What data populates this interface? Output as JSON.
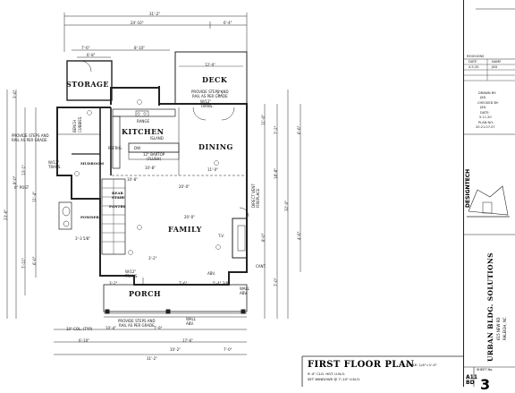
{
  "rooms": {
    "storage": "STORAGE",
    "deck": "DECK",
    "kitchen": "KITCHEN",
    "dining": "DINING",
    "family": "FAMILY",
    "porch": "PORCH",
    "mudroom": "MUDROOM",
    "powder": "POWDER",
    "pantry": "PANTRY",
    "rear_stair": "REAR\nSTAIR"
  },
  "notes": {
    "deck_steps": "PROVIDE STEPS AND\nRAIL AS PER GRADE",
    "side_steps": "PROVIDE STEPS AND\nRAIL AS PER GRADE",
    "porch_steps": "PROVIDE STEPS AND\nRAIL AS PER GRADE",
    "door_deck": "W/12\" \nTRANS.",
    "island": "ISLAND",
    "bartop": "12\" BARTOP\n(FLUSH)",
    "dw": "DW",
    "refrig": "REFRIG.",
    "range": "RANGE",
    "wall_abv_front": "WALL\nABV.",
    "wall_abv_rear": "WALL\nABV.",
    "col_typ": "10\" COL. (TYP)",
    "post_6": "6\" POST",
    "trans_side": "W/12\"\nTRANS.",
    "trans_porch": "W/12\"\nTRANS.",
    "direct_vent": "DIRECT VENT\nFIREPLACE",
    "cant": "CANT.",
    "bench": "BENCH",
    "cubbies": "CUBBIES",
    "tv": "T.V.",
    "abv": "ABV."
  },
  "dims": {
    "top_overall": "31'-2\"",
    "top_left": "24'-10\"",
    "top_right": "6'-4\"",
    "top_small_a": "7'-6\"",
    "top_small_b": "8'-10\"",
    "top_small_c": "6'-8\"",
    "deck_width": "12'-0\"",
    "kitchen_w": "10'-8\"",
    "dining_w": "11'-0\"",
    "family_w": "20'-0\"",
    "bar_w": "10'-8\"",
    "mid_a": "3'-2\"",
    "mid_b": "7'-6\"",
    "bottom_overall": "31'-2\"",
    "bottom_a": "10'-4\"",
    "bottom_b": "7'-9\"",
    "bottom_c": "17'-6\"",
    "bottom_d": "6'-10\"",
    "bottom_e": "10'-2\"",
    "bottom_f": "7'-0\"",
    "porch_depth": "20'-0\"",
    "stair_dim": "3'-3 5/8\"",
    "left_total": "23'-6\"",
    "right_total": "32'-0\"",
    "right_a": "11'-0\"",
    "right_b": "7'-2\"",
    "right_c": "6'-6\"",
    "right_d": "18'-8\"",
    "right_e": "8'-0\"",
    "right_f": "4'-6\"",
    "right_g": "7'-0\"",
    "left_a": "3'-6\"",
    "left_b": "8'-0\"",
    "left_c": "13'-1\"",
    "left_d": "11'-4\"",
    "left_e": "7'-11\"",
    "left_f": "6'-0\"",
    "porch_w": "3'-2\"",
    "porch_post": "5'-4\" 3/8\""
  },
  "sheet": {
    "title": "FIRST FLOOR PLAN",
    "scale": "SCALE: 1/4\"=1'-0\"",
    "ceiling": "9'-0\" CLG. HGT. U.N.O.",
    "windows": "SET WINDOWS @ 7'-10\" U.N.O."
  },
  "title_block": {
    "revisions_label": "REVISIONS",
    "date_label": "DATE",
    "name_label": "NAME",
    "rev_date": "4.5.20",
    "rev_name": "JXD",
    "drawn_by_label": "DRAWN BY:",
    "drawn_by": "JXD",
    "checked_by_label": "CHECKED BY:",
    "checked_by": "JXD",
    "date2_label": "DATE:",
    "date2": "5.11.20",
    "plan_no_label": "PLAN NO:",
    "plan_no": "20.21.07.07",
    "designtech": "DESIGNTECH",
    "company": "URBAN BLDG. SOLUTIONS",
    "address1": "615 NEW RD",
    "address2": "RALEIGH, NC",
    "sheet_no_label": "SHEET No.",
    "sheet_no": "3",
    "logo_line1": "A11",
    "logo_line2": "BD"
  }
}
